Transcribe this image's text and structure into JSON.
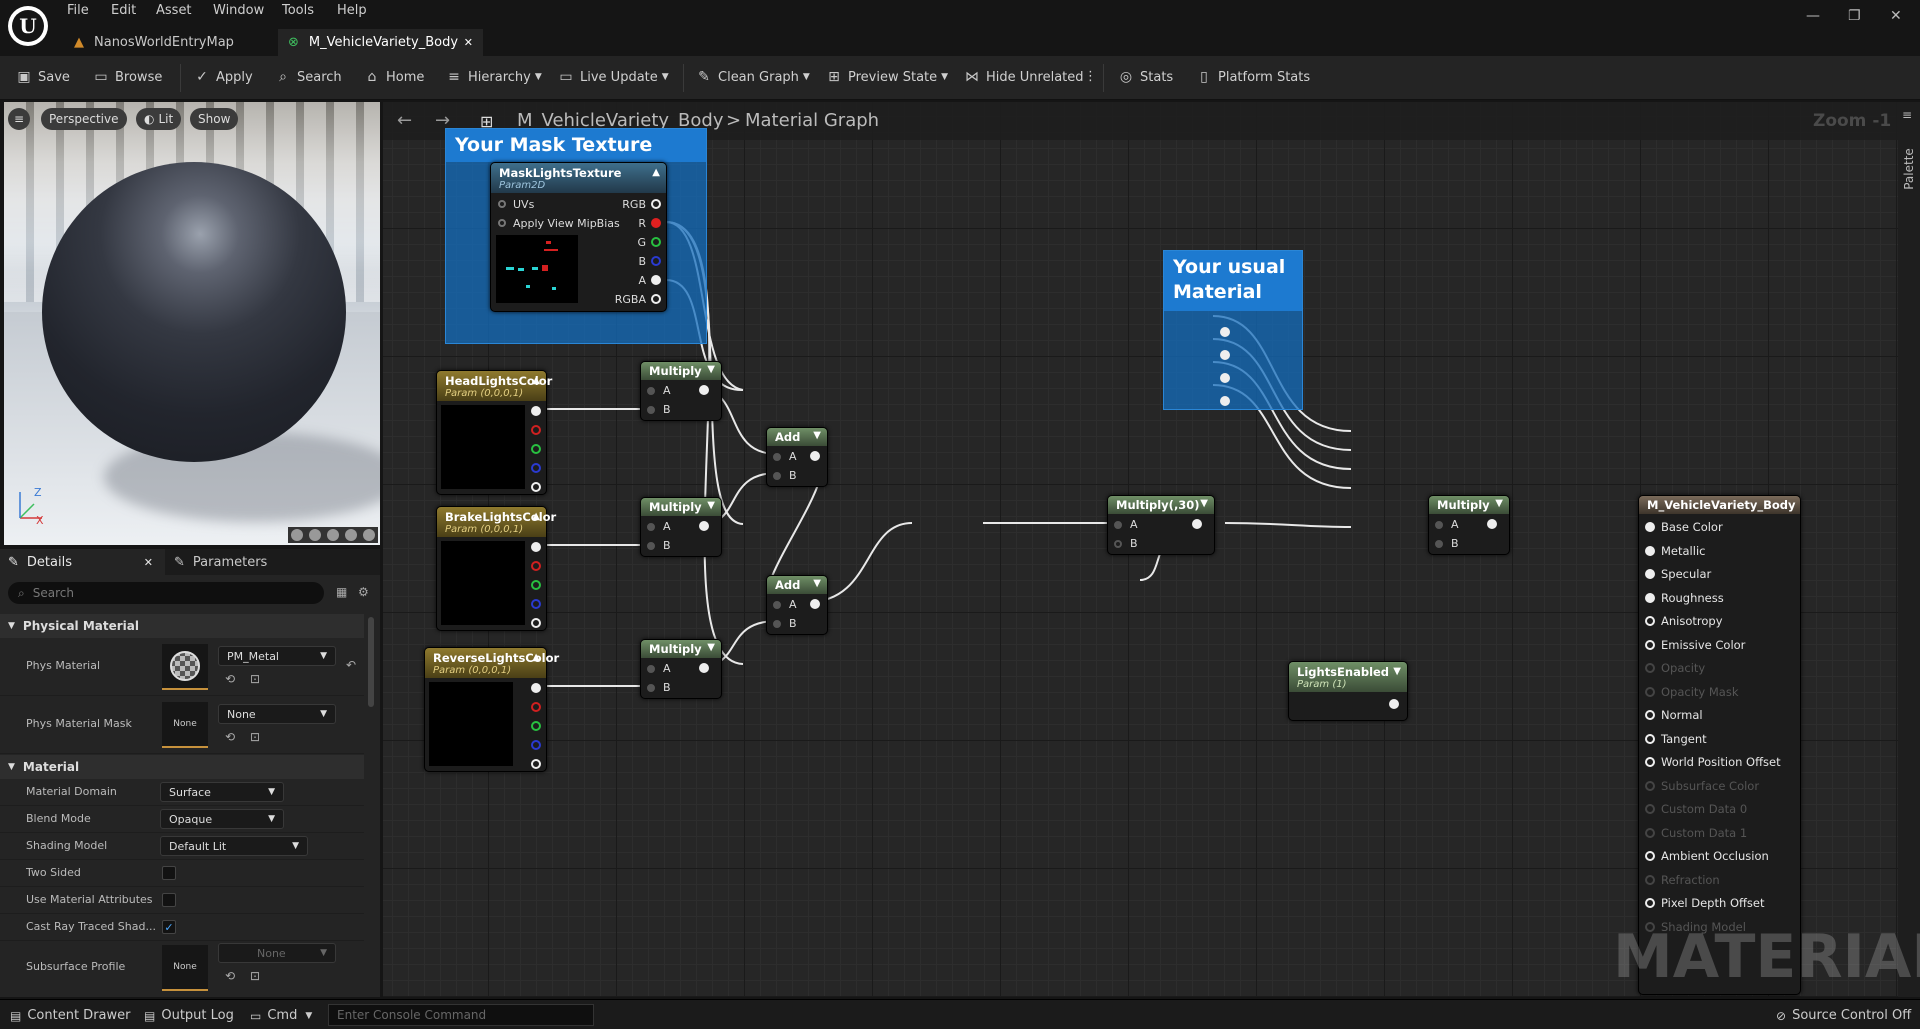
{
  "menu": [
    "File",
    "Edit",
    "Asset",
    "Window",
    "Tools",
    "Help"
  ],
  "tabs": [
    {
      "label": "NanosWorldEntryMap"
    },
    {
      "label": "M_VehicleVariety_Body"
    }
  ],
  "window_controls": {
    "minimize": "—",
    "maximize": "❐",
    "close": "✕"
  },
  "toolbar": {
    "save": "Save",
    "browse": "Browse",
    "apply": "Apply",
    "search": "Search",
    "home": "Home",
    "hierarchy": "Hierarchy",
    "live_update": "Live Update",
    "clean_graph": "Clean Graph",
    "preview_state": "Preview State",
    "hide_unrelated": "Hide Unrelated",
    "stats": "Stats",
    "platform_stats": "Platform Stats"
  },
  "viewport": {
    "perspective": "Perspective",
    "lit": "Lit",
    "show": "Show",
    "axis_z": "Z",
    "axis_x": "X"
  },
  "details": {
    "tab_details": "Details",
    "tab_parameters": "Parameters",
    "search_placeholder": "Search",
    "sections": {
      "physical_material": "Physical Material",
      "material": "Material"
    },
    "phys_material": {
      "label": "Phys Material",
      "value": "PM_Metal"
    },
    "phys_material_mask": {
      "label": "Phys Material Mask",
      "value": "None",
      "thumb": "None"
    },
    "material_domain": {
      "label": "Material Domain",
      "value": "Surface"
    },
    "blend_mode": {
      "label": "Blend Mode",
      "value": "Opaque"
    },
    "shading_model": {
      "label": "Shading Model",
      "value": "Default Lit"
    },
    "two_sided": {
      "label": "Two Sided",
      "checked": false
    },
    "use_material_attributes": {
      "label": "Use Material Attributes",
      "checked": false
    },
    "cast_ray_traced": {
      "label": "Cast Ray Traced Shad...",
      "checked": true
    },
    "subsurface_profile": {
      "label": "Subsurface Profile",
      "value": "None",
      "thumb": "None"
    }
  },
  "graph": {
    "breadcrumb_asset": "M_VehicleVariety_Body",
    "breadcrumb_sep": ">",
    "breadcrumb_graph": "Material Graph",
    "zoom": "Zoom -1",
    "palette": "Palette",
    "watermark": "MATERIAL",
    "comment_mask": "Your Mask Texture",
    "comment_usual": "Your usual Material",
    "mask_node": {
      "title": "MaskLightsTexture",
      "sub": "Param2D",
      "uvs": "UVs",
      "mip": "Apply View MipBias",
      "outs": [
        "RGB",
        "R",
        "G",
        "B",
        "A",
        "RGBA"
      ]
    },
    "head": {
      "title": "HeadLightsColor",
      "sub": "Param (0,0,0,1)"
    },
    "brake": {
      "title": "BrakeLightsColor",
      "sub": "Param (0,0,0,1)"
    },
    "reverse": {
      "title": "ReverseLightsColor",
      "sub": "Param (0,0,0,1)"
    },
    "multiply": "Multiply",
    "add": "Add",
    "multiply30": "Multiply(,30)",
    "pin_a": "A",
    "pin_b": "B",
    "lights_enabled": {
      "title": "LightsEnabled",
      "sub": "Param (1)"
    },
    "result": {
      "title": "M_VehicleVariety_Body",
      "pins": [
        {
          "label": "Base Color",
          "active": true
        },
        {
          "label": "Metallic",
          "active": true
        },
        {
          "label": "Specular",
          "active": true
        },
        {
          "label": "Roughness",
          "active": true
        },
        {
          "label": "Anisotropy",
          "active": true
        },
        {
          "label": "Emissive Color",
          "active": true
        },
        {
          "label": "Opacity",
          "active": false
        },
        {
          "label": "Opacity Mask",
          "active": false
        },
        {
          "label": "Normal",
          "active": true
        },
        {
          "label": "Tangent",
          "active": true
        },
        {
          "label": "World Position Offset",
          "active": true
        },
        {
          "label": "Subsurface Color",
          "active": false
        },
        {
          "label": "Custom Data 0",
          "active": false
        },
        {
          "label": "Custom Data 1",
          "active": false
        },
        {
          "label": "Ambient Occlusion",
          "active": true
        },
        {
          "label": "Refraction",
          "active": false
        },
        {
          "label": "Pixel Depth Offset",
          "active": true
        },
        {
          "label": "Shading Model",
          "active": false
        }
      ]
    }
  },
  "statusbar": {
    "content_drawer": "Content Drawer",
    "output_log": "Output Log",
    "cmd": "Cmd",
    "console_placeholder": "Enter Console Command",
    "source_control": "Source Control Off"
  }
}
